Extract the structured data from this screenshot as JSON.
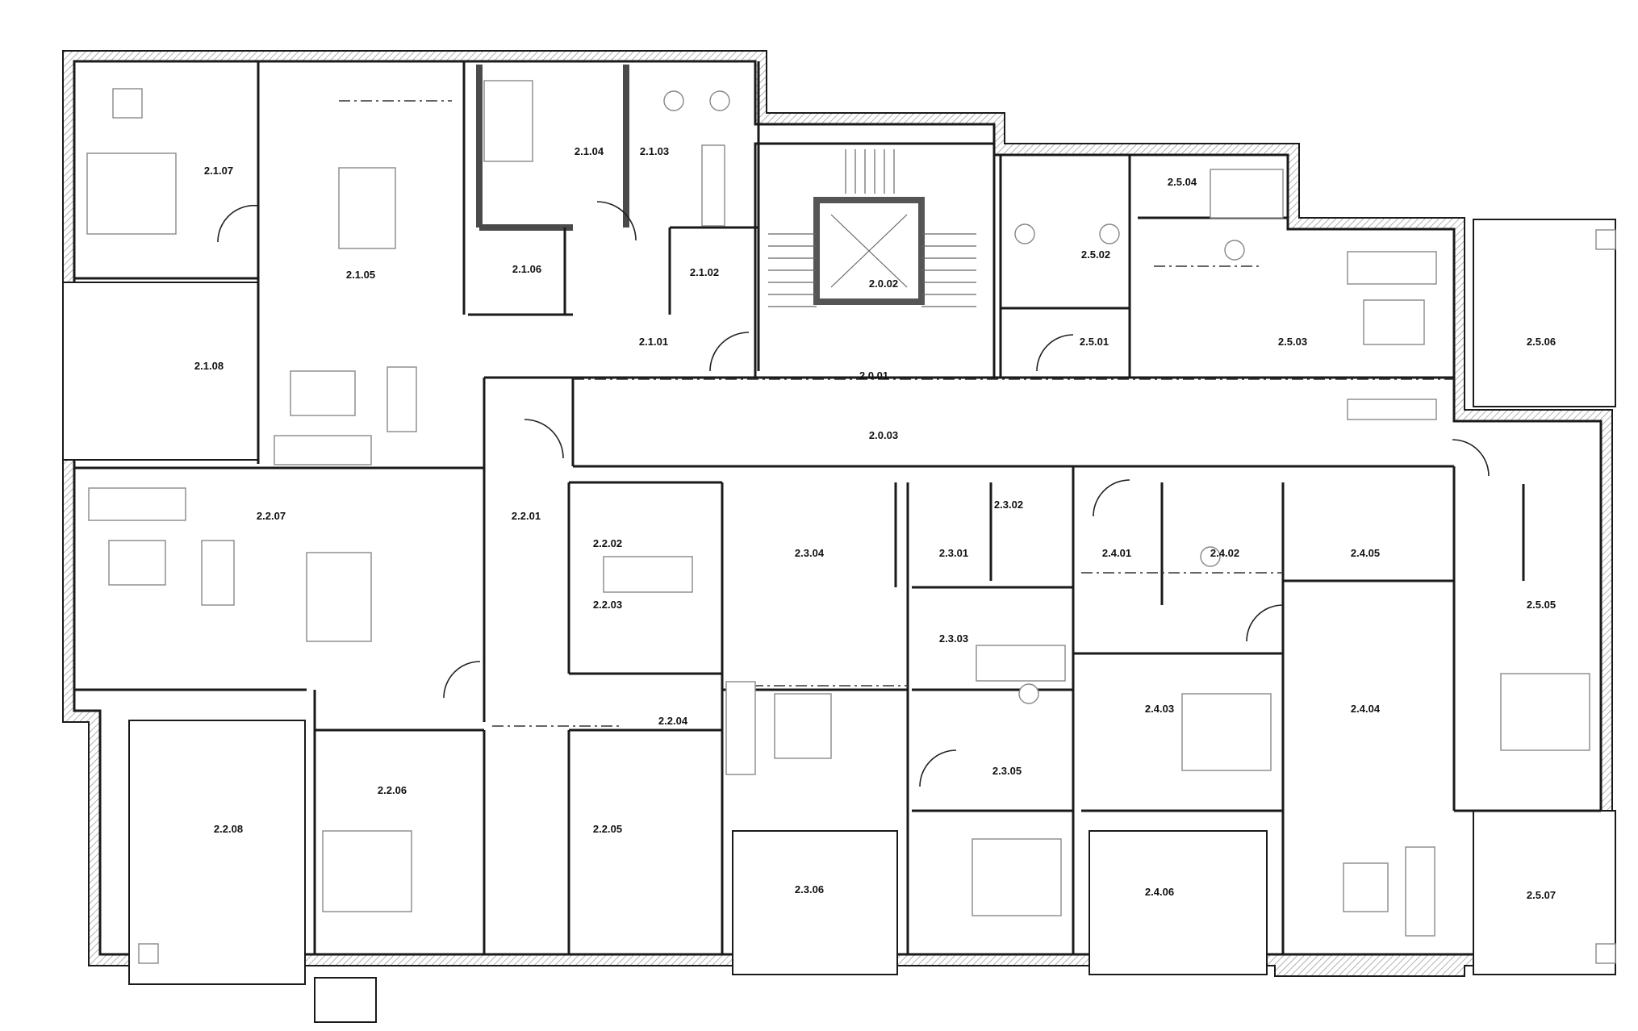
{
  "rooms": [
    {
      "id": "2.0.01"
    },
    {
      "id": "2.0.02"
    },
    {
      "id": "2.0.03"
    },
    {
      "id": "2.1.01"
    },
    {
      "id": "2.1.02"
    },
    {
      "id": "2.1.03"
    },
    {
      "id": "2.1.04"
    },
    {
      "id": "2.1.05"
    },
    {
      "id": "2.1.06"
    },
    {
      "id": "2.1.07"
    },
    {
      "id": "2.1.08"
    },
    {
      "id": "2.2.01"
    },
    {
      "id": "2.2.02"
    },
    {
      "id": "2.2.03"
    },
    {
      "id": "2.2.04"
    },
    {
      "id": "2.2.05"
    },
    {
      "id": "2.2.06"
    },
    {
      "id": "2.2.07"
    },
    {
      "id": "2.2.08"
    },
    {
      "id": "2.3.01"
    },
    {
      "id": "2.3.02"
    },
    {
      "id": "2.3.03"
    },
    {
      "id": "2.3.04"
    },
    {
      "id": "2.3.05"
    },
    {
      "id": "2.3.06"
    },
    {
      "id": "2.4.01"
    },
    {
      "id": "2.4.02"
    },
    {
      "id": "2.4.03"
    },
    {
      "id": "2.4.04"
    },
    {
      "id": "2.4.05"
    },
    {
      "id": "2.4.06"
    },
    {
      "id": "2.5.01"
    },
    {
      "id": "2.5.02"
    },
    {
      "id": "2.5.03"
    },
    {
      "id": "2.5.04"
    },
    {
      "id": "2.5.05"
    },
    {
      "id": "2.5.06"
    },
    {
      "id": "2.5.07"
    }
  ],
  "colors": {
    "wall": "#1a1a1a",
    "hatch": "#9a9a9a",
    "furniture": "#888888",
    "background": "#ffffff"
  }
}
